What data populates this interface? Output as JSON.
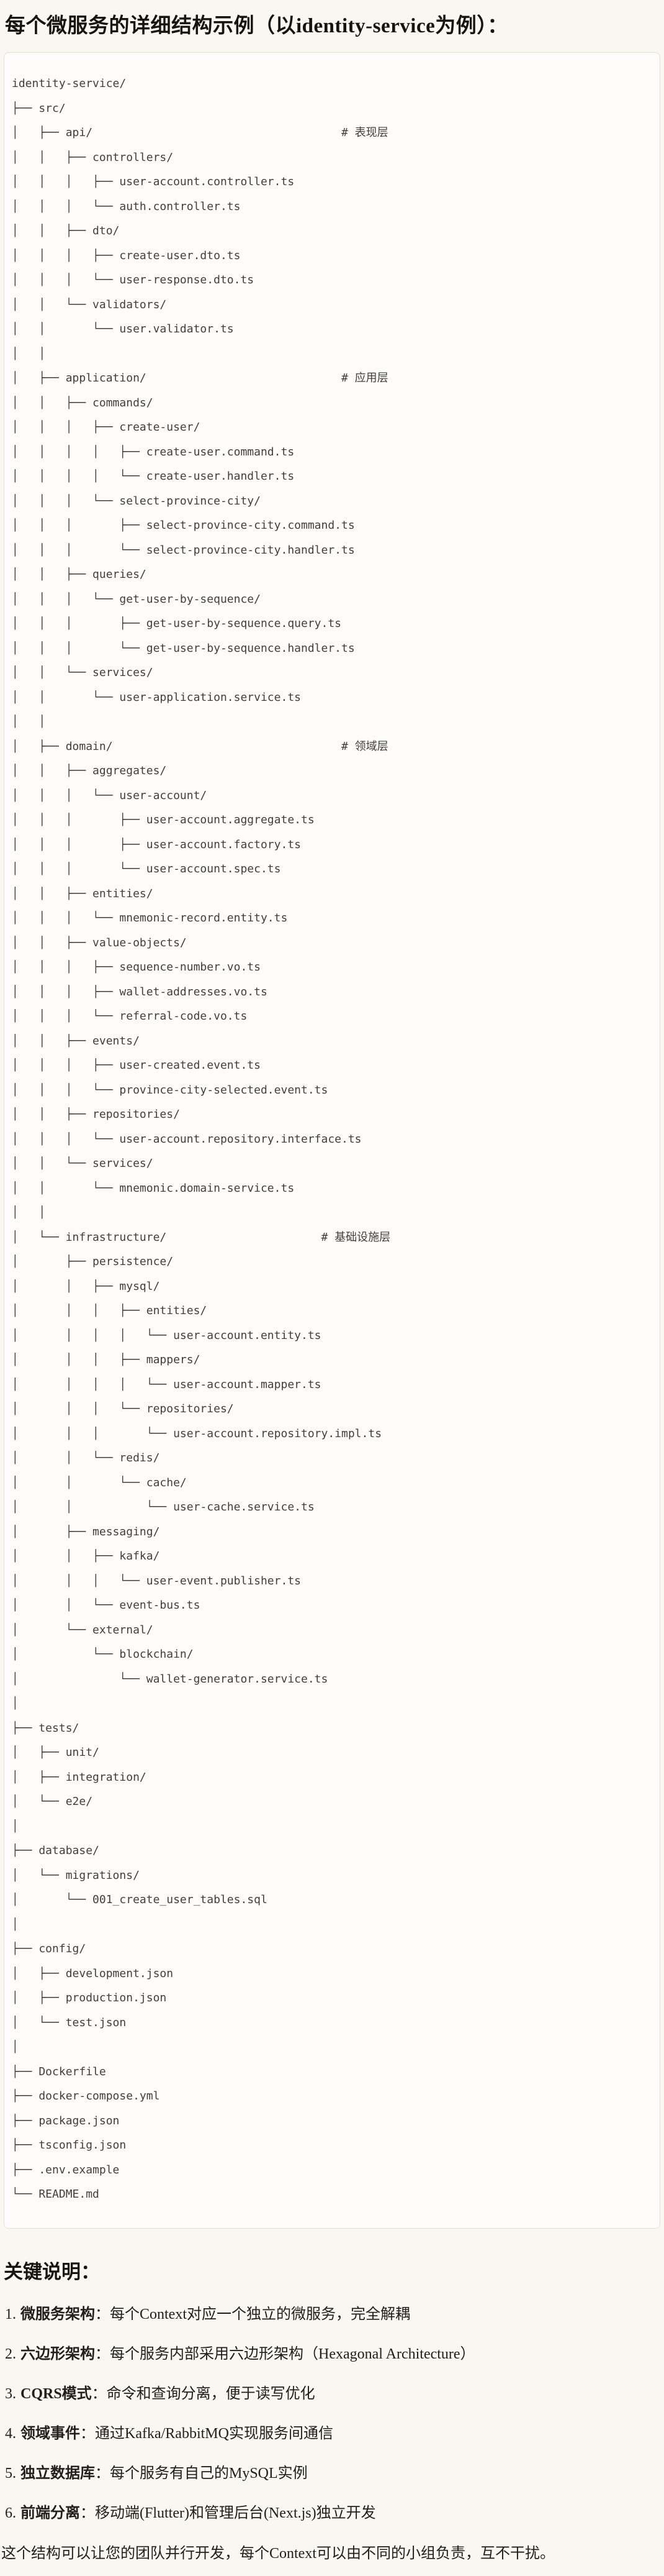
{
  "title": "每个微服务的详细结构示例（以identity-service为例）：",
  "tree": {
    "lines": [
      "identity-service/",
      "├── src/",
      "│   ├── api/                                     # 表现层",
      "│   │   ├── controllers/",
      "│   │   │   ├── user-account.controller.ts",
      "│   │   │   └── auth.controller.ts",
      "│   │   ├── dto/",
      "│   │   │   ├── create-user.dto.ts",
      "│   │   │   └── user-response.dto.ts",
      "│   │   └── validators/",
      "│   │       └── user.validator.ts",
      "│   │",
      "│   ├── application/                             # 应用层",
      "│   │   ├── commands/",
      "│   │   │   ├── create-user/",
      "│   │   │   │   ├── create-user.command.ts",
      "│   │   │   │   └── create-user.handler.ts",
      "│   │   │   └── select-province-city/",
      "│   │   │       ├── select-province-city.command.ts",
      "│   │   │       └── select-province-city.handler.ts",
      "│   │   ├── queries/",
      "│   │   │   └── get-user-by-sequence/",
      "│   │   │       ├── get-user-by-sequence.query.ts",
      "│   │   │       └── get-user-by-sequence.handler.ts",
      "│   │   └── services/",
      "│   │       └── user-application.service.ts",
      "│   │",
      "│   ├── domain/                                  # 领域层",
      "│   │   ├── aggregates/",
      "│   │   │   └── user-account/",
      "│   │   │       ├── user-account.aggregate.ts",
      "│   │   │       ├── user-account.factory.ts",
      "│   │   │       └── user-account.spec.ts",
      "│   │   ├── entities/",
      "│   │   │   └── mnemonic-record.entity.ts",
      "│   │   ├── value-objects/",
      "│   │   │   ├── sequence-number.vo.ts",
      "│   │   │   ├── wallet-addresses.vo.ts",
      "│   │   │   └── referral-code.vo.ts",
      "│   │   ├── events/",
      "│   │   │   ├── user-created.event.ts",
      "│   │   │   └── province-city-selected.event.ts",
      "│   │   ├── repositories/",
      "│   │   │   └── user-account.repository.interface.ts",
      "│   │   └── services/",
      "│   │       └── mnemonic.domain-service.ts",
      "│   │",
      "│   └── infrastructure/                       # 基础设施层",
      "│       ├── persistence/",
      "│       │   ├── mysql/",
      "│       │   │   ├── entities/",
      "│       │   │   │   └── user-account.entity.ts",
      "│       │   │   ├── mappers/",
      "│       │   │   │   └── user-account.mapper.ts",
      "│       │   │   └── repositories/",
      "│       │   │       └── user-account.repository.impl.ts",
      "│       │   └── redis/",
      "│       │       └── cache/",
      "│       │           └── user-cache.service.ts",
      "│       ├── messaging/",
      "│       │   ├── kafka/",
      "│       │   │   └── user-event.publisher.ts",
      "│       │   └── event-bus.ts",
      "│       └── external/",
      "│           └── blockchain/",
      "│               └── wallet-generator.service.ts",
      "│",
      "├── tests/",
      "│   ├── unit/",
      "│   ├── integration/",
      "│   └── e2e/",
      "│",
      "├── database/",
      "│   └── migrations/",
      "│       └── 001_create_user_tables.sql",
      "│",
      "├── config/",
      "│   ├── development.json",
      "│   ├── production.json",
      "│   └── test.json",
      "│",
      "├── Dockerfile",
      "├── docker-compose.yml",
      "├── package.json",
      "├── tsconfig.json",
      "├── .env.example",
      "└── README.md"
    ]
  },
  "notes": {
    "heading": "关键说明：",
    "items": [
      {
        "num": "1.",
        "term": "微服务架构",
        "desc": "：每个Context对应一个独立的微服务，完全解耦"
      },
      {
        "num": "2.",
        "term": "六边形架构",
        "desc": "：每个服务内部采用六边形架构（Hexagonal Architecture）"
      },
      {
        "num": "3.",
        "term": "CQRS模式",
        "desc": "：命令和查询分离，便于读写优化"
      },
      {
        "num": "4.",
        "term": "领域事件",
        "desc": "：通过Kafka/RabbitMQ实现服务间通信"
      },
      {
        "num": "5.",
        "term": "独立数据库",
        "desc": "：每个服务有自己的MySQL实例"
      },
      {
        "num": "6.",
        "term": "前端分离",
        "desc": "：移动端(Flutter)和管理后台(Next.js)独立开发"
      }
    ],
    "footer": "这个结构可以让您的团队并行开发，每个Context可以由不同的小组负责，互不干扰。"
  },
  "colors": {
    "page_bg": "#F9F7F2",
    "code_bg": "#FDFCFA",
    "code_border": "#E4E1D9",
    "code_text": "#403F3A",
    "body_text": "#21201D"
  }
}
